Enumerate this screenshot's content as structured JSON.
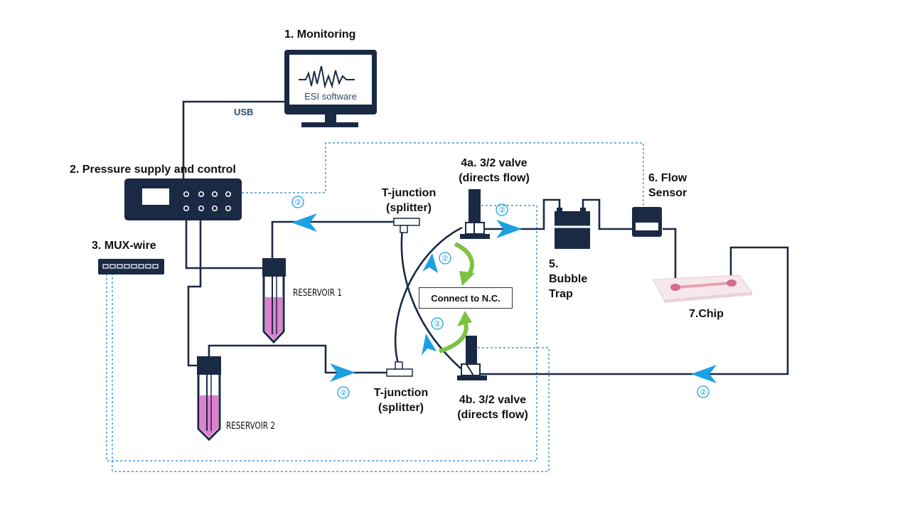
{
  "labels": {
    "monitoring": "1. Monitoring",
    "software": "ESI software",
    "usb": "USB",
    "pressure": "2. Pressure supply and control",
    "mux": "3. MUX-wire",
    "t_junction_top_1": "T-junction",
    "t_junction_top_2": "(splitter)",
    "valve_a_1": "4a. 3/2 valve",
    "valve_a_2": "(directs flow)",
    "valve_b_1": "4b. 3/2 valve",
    "valve_b_2": "(directs flow)",
    "bubble_1": "5.",
    "bubble_2": "Bubble",
    "bubble_3": "Trap",
    "flow_1": "6. Flow",
    "flow_2": "Sensor",
    "chip": "7.Chip",
    "t_junction_bot_1": "T-junction",
    "t_junction_bot_2": "(splitter)",
    "reservoir1": "RESERVOIR 1",
    "reservoir2": "RESERVOIR 2",
    "connect_nc": "Connect to N.C."
  },
  "step_marker": "②",
  "colors": {
    "tube": "#1b2a44",
    "device": "#1b2a44",
    "arrow": "#1ba1e2",
    "green_arrow": "#7cc242",
    "liquid": "#e07fd0",
    "dashed": "#1f7fd0",
    "chip_pink": "#e7a0b3"
  }
}
